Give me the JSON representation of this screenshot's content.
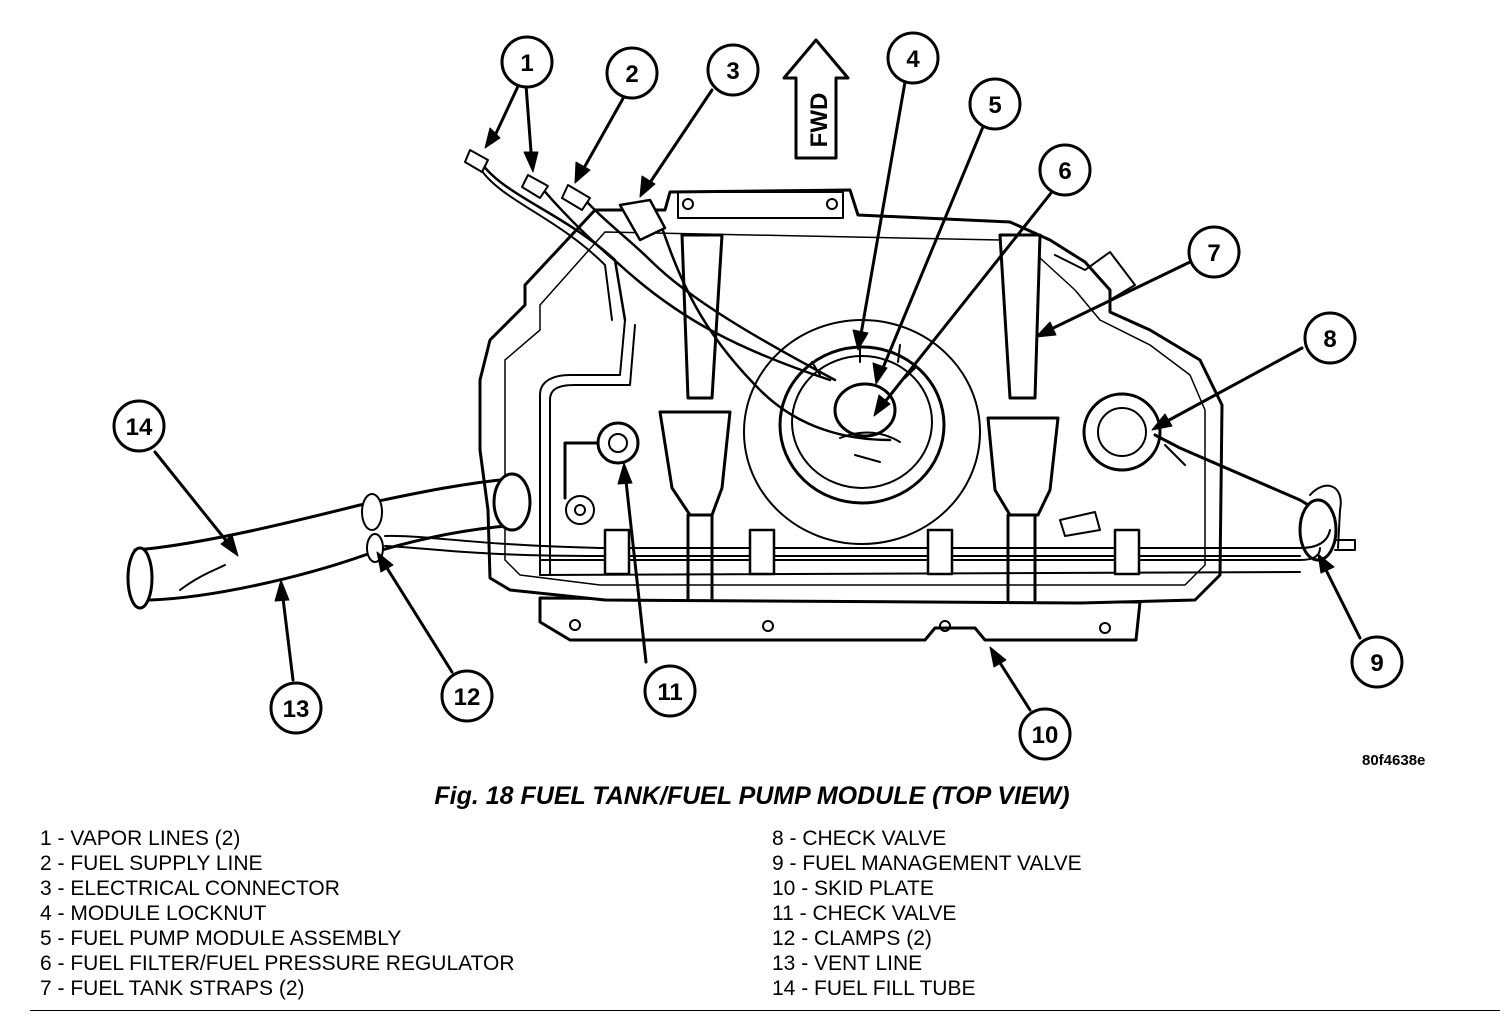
{
  "figure_id": "80f4638e",
  "caption": "Fig. 18 FUEL TANK/FUEL PUMP MODULE (TOP VIEW)",
  "direction_label": "FWD",
  "callouts": [
    "1",
    "2",
    "3",
    "4",
    "5",
    "6",
    "7",
    "8",
    "9",
    "10",
    "11",
    "12",
    "13",
    "14"
  ],
  "legend": {
    "left": [
      "1 - VAPOR LINES (2)",
      "2 - FUEL SUPPLY LINE",
      "3 - ELECTRICAL CONNECTOR",
      "4 - MODULE LOCKNUT",
      "5 - FUEL PUMP MODULE ASSEMBLY",
      "6 - FUEL FILTER/FUEL PRESSURE REGULATOR",
      "7 - FUEL TANK STRAPS (2)"
    ],
    "right": [
      "8 - CHECK VALVE",
      "9 - FUEL MANAGEMENT VALVE",
      "10 - SKID PLATE",
      "11 - CHECK VALVE",
      "12 - CLAMPS (2)",
      "13 - VENT LINE",
      "14 - FUEL FILL TUBE"
    ]
  }
}
